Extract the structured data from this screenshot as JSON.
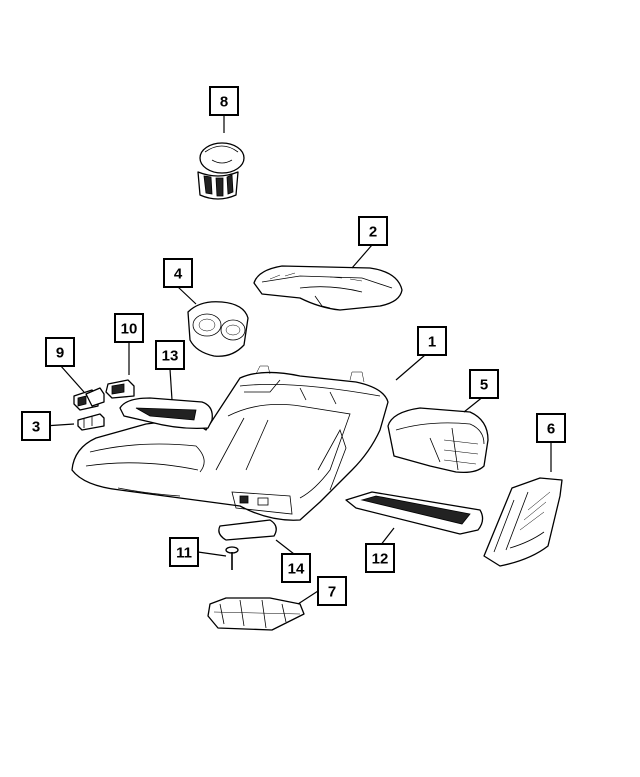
{
  "callouts": [
    {
      "id": "callout-1",
      "label": "1"
    },
    {
      "id": "callout-2",
      "label": "2"
    },
    {
      "id": "callout-3",
      "label": "3"
    },
    {
      "id": "callout-4",
      "label": "4"
    },
    {
      "id": "callout-5",
      "label": "5"
    },
    {
      "id": "callout-6",
      "label": "6"
    },
    {
      "id": "callout-7",
      "label": "7"
    },
    {
      "id": "callout-8",
      "label": "8"
    },
    {
      "id": "callout-9",
      "label": "9"
    },
    {
      "id": "callout-10",
      "label": "10"
    },
    {
      "id": "callout-11",
      "label": "11"
    },
    {
      "id": "callout-12",
      "label": "12"
    },
    {
      "id": "callout-13",
      "label": "13"
    },
    {
      "id": "callout-14",
      "label": "14"
    }
  ],
  "colors": {
    "line": "#000000",
    "background": "#ffffff"
  }
}
